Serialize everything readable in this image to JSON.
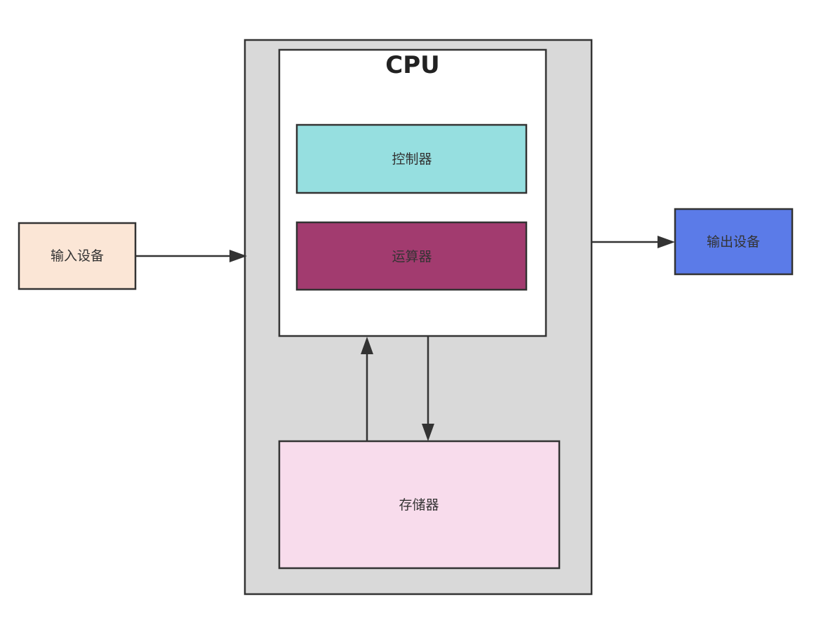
{
  "diagram": {
    "cpu_title": "CPU",
    "nodes": {
      "input_device": "输入设备",
      "controller": "控制器",
      "alu": "运算器",
      "memory": "存储器",
      "output_device": "输出设备"
    },
    "colors": {
      "computer_frame": "#d9d9d9",
      "cpu_box": "#ffffff",
      "controller": "#96dfe0",
      "alu": "#a23b6f",
      "memory": "#f8dcec",
      "input_device": "#fbe6d6",
      "output_device": "#5b7be8",
      "stroke": "#333333"
    }
  }
}
